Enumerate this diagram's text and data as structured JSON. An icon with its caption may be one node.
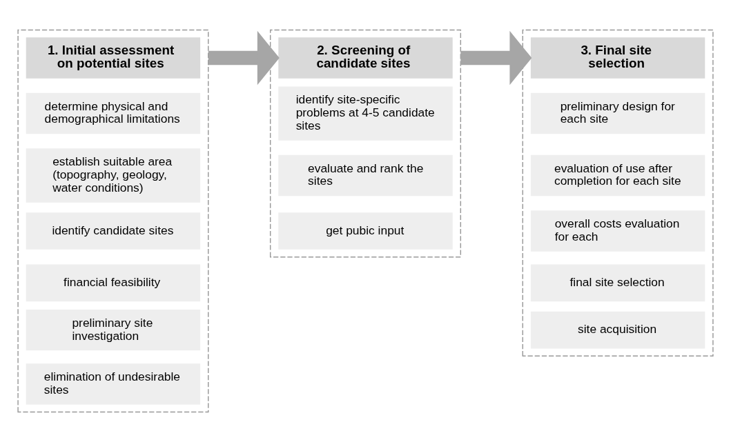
{
  "diagram": {
    "nodes": [
      {
        "text": [],
        "shape": "box"
      },
      {
        "text": [
          "1. Initial assessment on potential sites"
        ],
        "in": 0
      },
      {
        "text": [
          "determine physical and demographical limitations"
        ],
        "in": 0
      },
      {
        "text": [
          "establish suitable area (topography, geology, water conditions)"
        ],
        "in": 0
      },
      {
        "text": [
          "identify candidate sites"
        ],
        "in": 0
      },
      {
        "text": [
          "financial feasibility"
        ],
        "in": 0
      },
      {
        "text": [
          "preliminary site investigation"
        ],
        "in": 0
      },
      {
        "text": [
          "elimination of undesirable sites"
        ],
        "in": 0
      },
      {
        "text": [],
        "shape": "box"
      },
      {
        "text": [
          "2. Screening of candidate sites"
        ],
        "in": 8
      },
      {
        "text": [
          "identify site-specific problems at 4-5 candidate sites"
        ],
        "in": 8
      },
      {
        "text": [
          "evaluate and rank the sites"
        ],
        "in": 8
      },
      {
        "text": [
          "get pubic input"
        ],
        "in": 8
      },
      {
        "text": [],
        "shape": "box"
      },
      {
        "text": [
          "3. Final site selection"
        ],
        "in": 13
      },
      {
        "text": [
          "preliminary design for each site"
        ],
        "in": 13
      },
      {
        "text": [
          "evaluation of use after completion for each site"
        ],
        "in": 13
      },
      {
        "text": [
          "overall costs evaluation for each"
        ],
        "in": 13
      },
      {
        "text": [
          "final site selection"
        ],
        "in": 13
      },
      {
        "text": [
          "site acquisition"
        ],
        "in": 13
      }
    ],
    "edges": [
      {
        "from": 0,
        "to": 8,
        "arrow": "to"
      },
      {
        "from": 8,
        "to": 13,
        "arrow": "to"
      }
    ]
  }
}
